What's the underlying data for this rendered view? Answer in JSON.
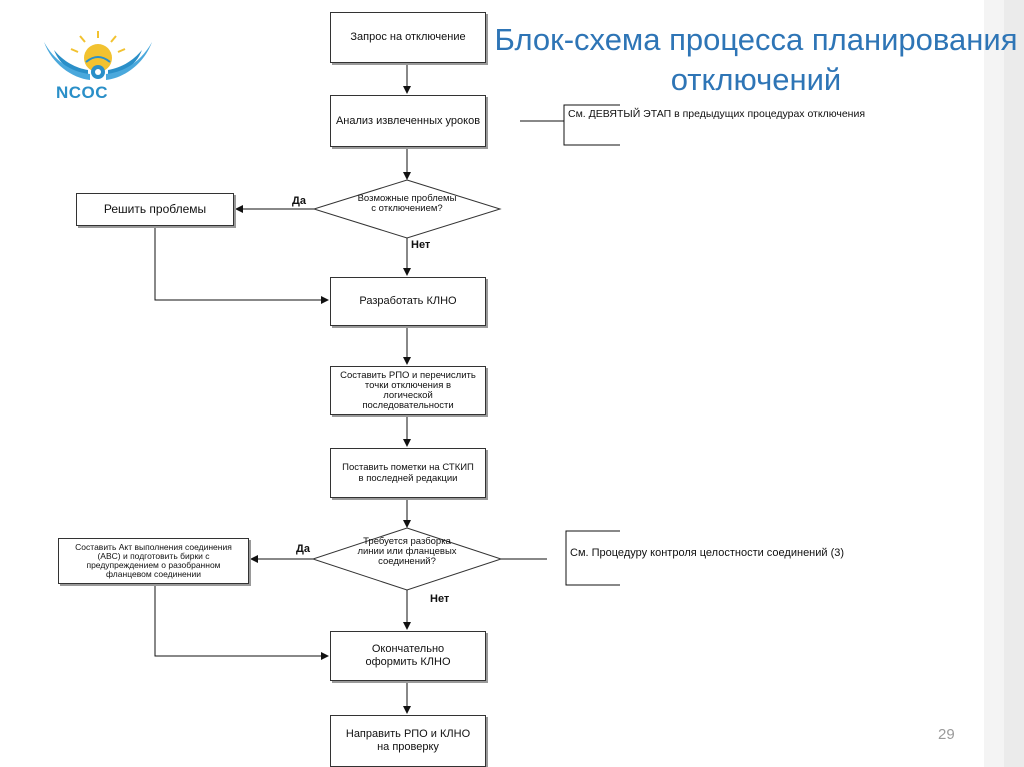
{
  "title": "Блок-схема процесса планирования отключений",
  "logo": {
    "text": "NCOC"
  },
  "page_number": "29",
  "steps": {
    "request": "Запрос на отключение",
    "lessons": "Анализ извлеченных уроков",
    "solve": "Решить проблемы",
    "develop": "Разработать КЛНО",
    "compose": "Составить РПО и перечислить точки отключения в логической последовательности",
    "mark": "Поставить пометки на СТКИП в последней редакции",
    "act": "Составить Акт выполнения соединения (ABC) и подготовить бирки с предупреждением о разобранном фланцевом соединении",
    "finalize": "Окончательно оформить КЛНО",
    "send": "Направить РПО и КЛНО на проверку"
  },
  "decisions": {
    "problems": "Возможные проблемы с отключением?",
    "disassembly": "Требуется разборка линии или фланцевых соединений?"
  },
  "notes": {
    "ninth": "См. ДЕВЯТЫЙ ЭТАП в предыдущих процедурах отключения",
    "integrity": "См. Процедуру контроля целостности соединений (3)"
  },
  "labels": {
    "yes1": "Да",
    "no1": "Нет",
    "yes2": "Да",
    "no2": "Нет"
  }
}
